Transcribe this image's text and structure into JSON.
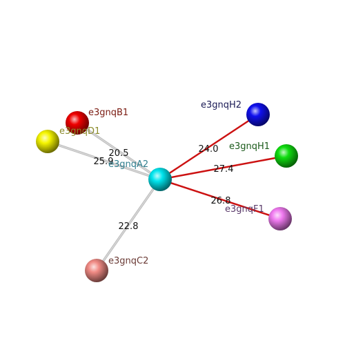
{
  "diagram": {
    "nodes": [
      {
        "id": "center",
        "label": "e3gnqA2",
        "color": "#00e5ee",
        "label_color": "#2f7f8f"
      },
      {
        "id": "b1",
        "label": "e3gnqB1",
        "color": "#ee0000",
        "label_color": "#7a1a10"
      },
      {
        "id": "d1",
        "label": "e3gnqD1",
        "color": "#f5f500",
        "label_color": "#8a8a2a"
      },
      {
        "id": "c2",
        "label": "e3gnqC2",
        "color": "#f08a84",
        "label_color": "#6a3a35"
      },
      {
        "id": "h2",
        "label": "e3gnqH2",
        "color": "#1010ee",
        "label_color": "#1a1a55"
      },
      {
        "id": "h1",
        "label": "e3gnqH1",
        "color": "#10dd10",
        "label_color": "#1a5a1a"
      },
      {
        "id": "f1",
        "label": "e3gnqF1",
        "color": "#f07af0",
        "label_color": "#5a3a6a"
      }
    ],
    "edges": [
      {
        "to": "b1",
        "label": "20.5",
        "style": "grey"
      },
      {
        "to": "d1",
        "label": "25.9",
        "style": "grey"
      },
      {
        "to": "c2",
        "label": "22.8",
        "style": "grey"
      },
      {
        "to": "h2",
        "label": "24.0",
        "style": "red"
      },
      {
        "to": "h1",
        "label": "27.4",
        "style": "red"
      },
      {
        "to": "f1",
        "label": "26.8",
        "style": "red"
      }
    ],
    "edge_colors": {
      "grey": "#d8d8d8",
      "red": "#cc1111"
    }
  }
}
